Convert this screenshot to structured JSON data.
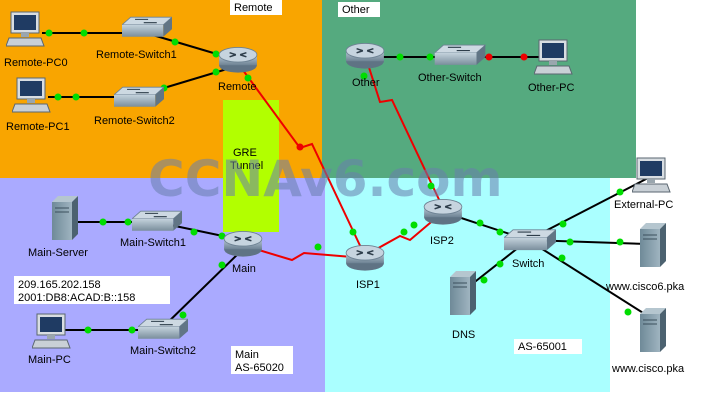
{
  "zones": {
    "remote": {
      "label": "Remote",
      "color": "#f9a500"
    },
    "other": {
      "label": "Other",
      "color": "#55aa7f"
    },
    "main": {
      "label_line1": "Main",
      "label_line2": "AS-65020",
      "color": "#aaaaff"
    },
    "isp": {
      "label": "AS-65001",
      "color": "#aaffff"
    }
  },
  "tunnel": {
    "line1": "GRE",
    "line2": "Tunnel",
    "color": "#b2ff00"
  },
  "watermark": "CCNAv6.com",
  "devices": {
    "remote_pc0": "Remote-PC0",
    "remote_pc1": "Remote-PC1",
    "remote_switch1": "Remote-Switch1",
    "remote_switch2": "Remote-Switch2",
    "remote_router": "Remote",
    "other_router": "Other",
    "other_switch": "Other-Switch",
    "other_pc": "Other-PC",
    "main_server": "Main-Server",
    "main_switch1": "Main-Switch1",
    "main_router": "Main",
    "main_switch2": "Main-Switch2",
    "main_pc": "Main-PC",
    "isp1": "ISP1",
    "isp2": "ISP2",
    "switch": "Switch",
    "dns": "DNS",
    "external_pc": "External-PC",
    "www_cisco6": "www.cisco6.pka",
    "www_cisco": "www.cisco.pka"
  },
  "address_box": {
    "line1": "209.165.202.158",
    "line2": "2001:DB8:ACAD:B::158"
  },
  "colors": {
    "port_up": "#00dd00",
    "port_down": "#ee0000",
    "serial_link": "#ee0000",
    "ethernet_link": "#000000"
  }
}
